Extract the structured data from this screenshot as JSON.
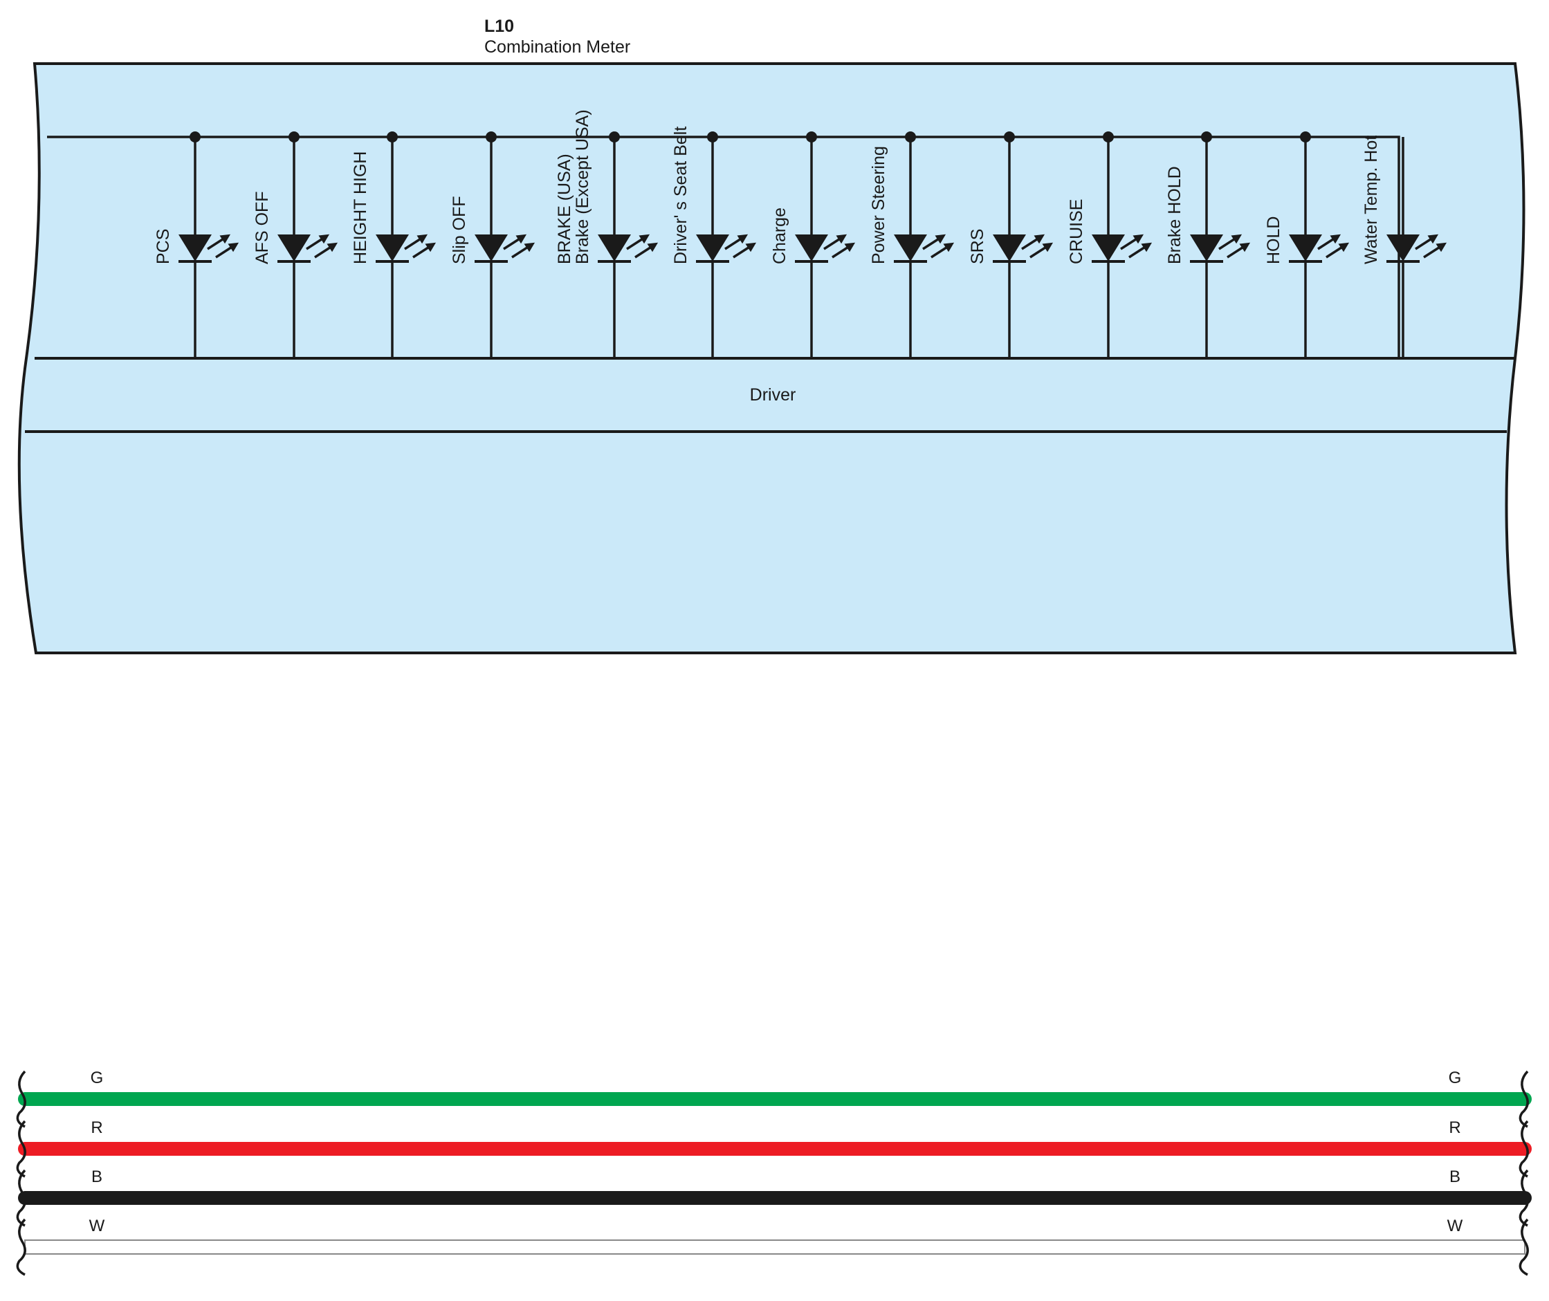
{
  "component": {
    "id": "L10",
    "name": "Combination Meter",
    "fill_color": "#cbe9f9"
  },
  "driver_label": "Driver",
  "indicators": [
    {
      "lines": [
        "PCS"
      ]
    },
    {
      "lines": [
        "AFS OFF"
      ]
    },
    {
      "lines": [
        "HEIGHT HIGH"
      ]
    },
    {
      "lines": [
        "Slip OFF"
      ]
    },
    {
      "lines": [
        "BRAKE (USA)",
        "Brake (Except USA)"
      ]
    },
    {
      "lines": [
        "Driver' s Seat Belt"
      ]
    },
    {
      "lines": [
        "Charge"
      ]
    },
    {
      "lines": [
        "Power Steering"
      ]
    },
    {
      "lines": [
        "SRS"
      ]
    },
    {
      "lines": [
        "CRUISE"
      ]
    },
    {
      "lines": [
        "Brake HOLD"
      ]
    },
    {
      "lines": [
        "HOLD"
      ]
    },
    {
      "lines": [
        "Water Temp.  Hot"
      ]
    }
  ],
  "wires": [
    {
      "left_label": "G",
      "right_label": "G",
      "color": "#00a650"
    },
    {
      "left_label": "R",
      "right_label": "R",
      "color": "#ed1c24"
    },
    {
      "left_label": "B",
      "right_label": "B",
      "color": "#1a1a1a"
    },
    {
      "left_label": "W",
      "right_label": "W",
      "color": "#ffffff"
    }
  ]
}
